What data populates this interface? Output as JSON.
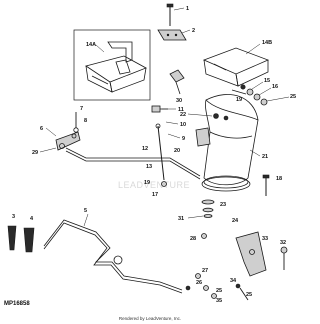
{
  "diagram": {
    "reference_code": "MP16858",
    "footer": "Rendered by LeadVenture, Inc.",
    "watermark": "LEADVENTURE",
    "callouts": {
      "c1": "1",
      "c2": "2",
      "c3": "3",
      "c4": "4",
      "c5": "5",
      "c6": "6",
      "c7": "7",
      "c8": "8",
      "c9": "9",
      "c10": "10",
      "c11": "11",
      "c12": "12",
      "c13": "13",
      "c14a": "14A",
      "c14b": "14B",
      "c15": "15",
      "c16": "16",
      "c17": "17",
      "c18": "18",
      "c19": "19",
      "c20": "20",
      "c21": "21",
      "c22": "22",
      "c23": "23",
      "c24": "24",
      "c25a": "25",
      "c25b": "25",
      "c25c": "25",
      "c26": "26",
      "c27": "27",
      "c28": "28",
      "c29": "29",
      "c30": "30",
      "c31": "31",
      "c32": "32",
      "c33": "33",
      "c34": "34",
      "c35": "35"
    }
  }
}
